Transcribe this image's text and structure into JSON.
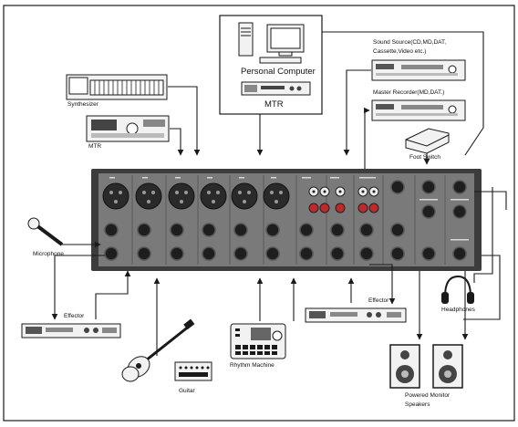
{
  "devices": {
    "synthesizer": "Synthesizer",
    "mtr_left": "MTR",
    "microphone": "Microphone",
    "effector_left": "Effector",
    "guitar": "Guitar",
    "rhythm_machine": "Rhythm Machine",
    "personal_computer": "Personal Computer",
    "mtr_center": "MTR",
    "sound_source": "Sound Source(CD,MD,DAT,",
    "sound_source_line2": "Cassette,Video etc.)",
    "master_recorder": "Master Recorder(MD,DAT.)",
    "foot_switch": "Foot Switch",
    "effector_right": "Effector",
    "headphones": "Headphones",
    "powered_monitor": "Powered Monitor",
    "powered_monitor_line2": "Speakers"
  },
  "colors": {
    "line": "#1a1a1a",
    "mixer_body": "#3c3c3c",
    "mixer_panel": "#7a7a7a",
    "jack": "#1e1e1e",
    "rca_red": "#c0282c",
    "rca_white": "#ececec",
    "device_fill": "#f2f2f2"
  },
  "icons": [
    "microphone-icon",
    "synthesizer-icon",
    "rack-unit-icon",
    "computer-icon",
    "foot-switch-icon",
    "headphones-icon",
    "speaker-icon",
    "guitar-icon",
    "rhythm-machine-icon",
    "stompbox-icon"
  ]
}
